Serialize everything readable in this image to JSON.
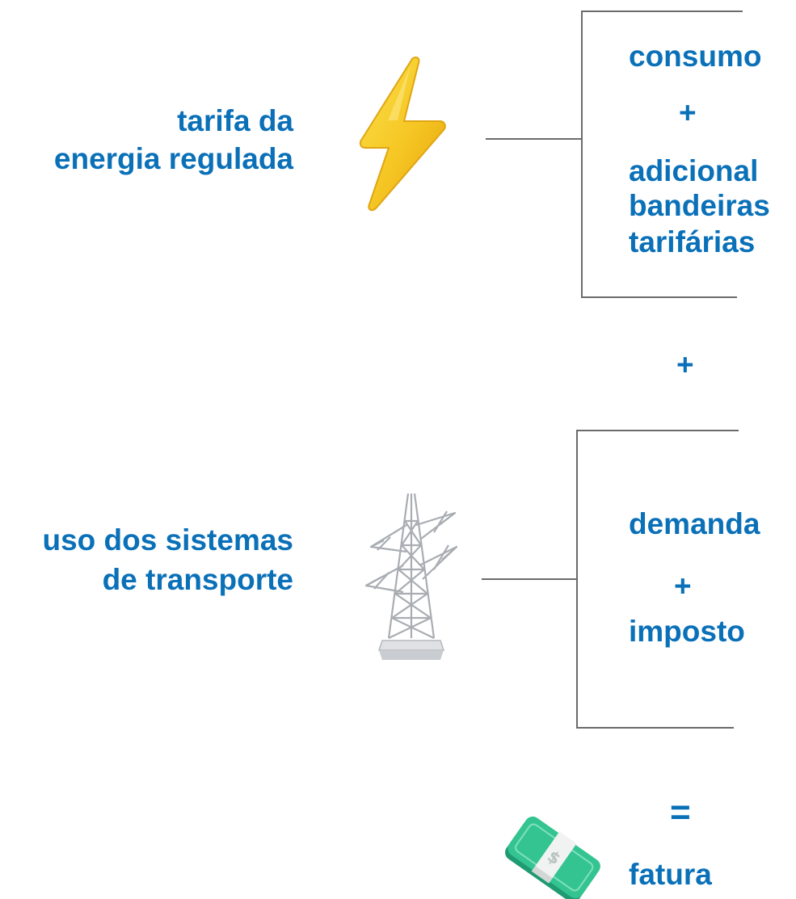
{
  "section1": {
    "label_line1": "tarifa da",
    "label_line2": "energia regulada",
    "item_top": "consumo",
    "item_plus": "+",
    "item_bottom_line1": "adicional",
    "item_bottom_line2": "bandeiras",
    "item_bottom_line3": "tarifárias"
  },
  "between": {
    "plus": "+"
  },
  "section2": {
    "label_line1": "uso dos sistemas",
    "label_line2": "de transporte",
    "item_top": "demanda",
    "item_plus": "+",
    "item_bottom": "imposto"
  },
  "result": {
    "equals": "=",
    "label": "fatura"
  },
  "icons": {
    "section1": "lightning-bolt-icon",
    "section2": "transmission-tower-icon",
    "result": "money-bill-icon"
  },
  "colors": {
    "text": "#0a70b8",
    "lines": "#6b6b6b",
    "bolt": "#f5c623",
    "money": "#2fb389"
  }
}
